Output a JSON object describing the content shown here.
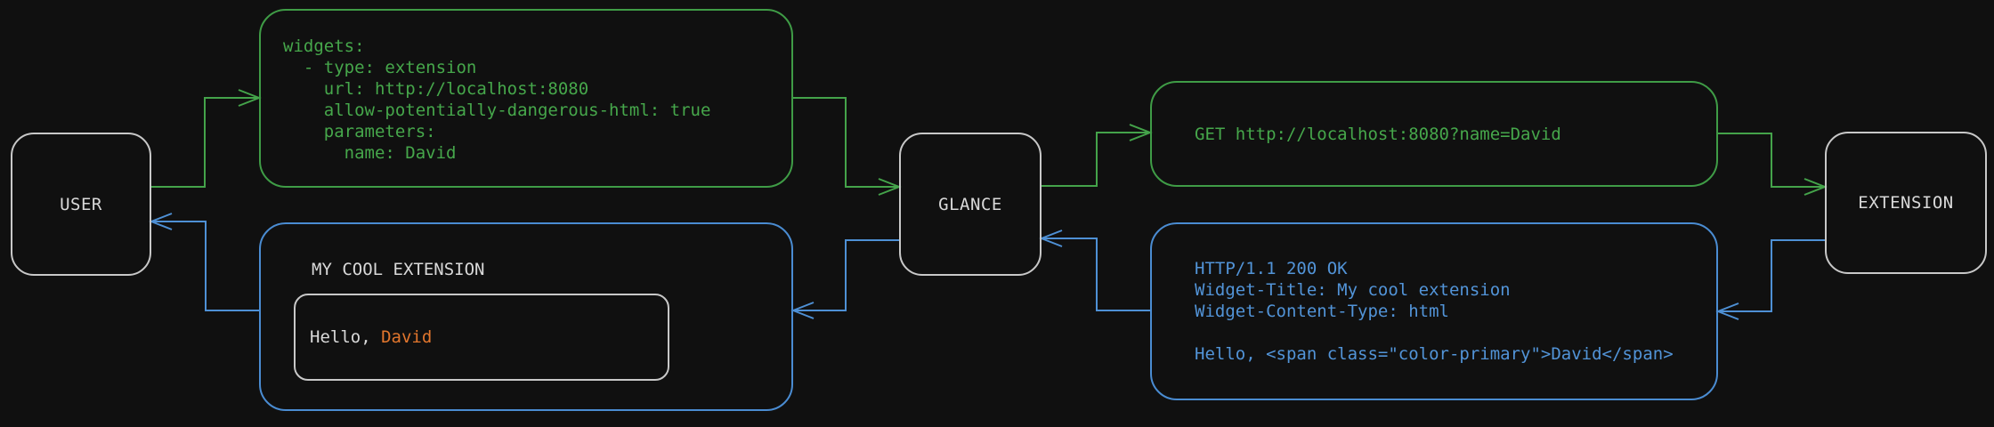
{
  "colors": {
    "background": "#101010",
    "green": "#46a74b",
    "blue": "#5294d8",
    "orange": "#e2762d",
    "white": "#d9d9d9"
  },
  "nodes": {
    "user": {
      "label": "USER"
    },
    "glance": {
      "label": "GLANCE"
    },
    "extension": {
      "label": "EXTENSION"
    }
  },
  "config_box": {
    "lines": [
      "widgets:",
      "  - type: extension",
      "    url: http://localhost:8080",
      "    allow-potentially-dangerous-html: true",
      "    parameters:",
      "      name: David"
    ]
  },
  "request_box": {
    "text": "GET http://localhost:8080?name=David"
  },
  "response_box": {
    "lines": [
      "HTTP/1.1 200 OK",
      "Widget-Title: My cool extension",
      "Widget-Content-Type: html",
      "",
      "Hello, <span class=\"color-primary\">David</span>"
    ]
  },
  "widget_box": {
    "title": "MY COOL EXTENSION",
    "greeting_prefix": "Hello, ",
    "greeting_name": "David"
  }
}
